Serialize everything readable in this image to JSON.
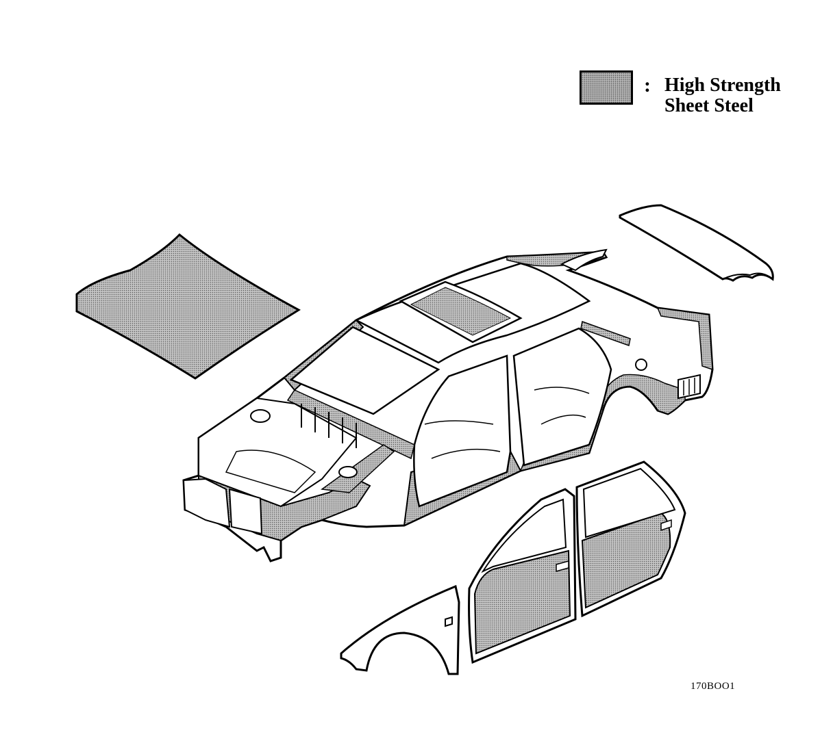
{
  "legend": {
    "colon": ":",
    "line1": "High Strength",
    "line2": "Sheet Steel",
    "fill_color": "#b4b4b4",
    "dot_color": "#5a5a5a"
  },
  "figure_id": "170BOO1",
  "parts": [
    "hood",
    "body-shell",
    "trunk-lid",
    "front-fender",
    "front-door",
    "rear-door"
  ]
}
